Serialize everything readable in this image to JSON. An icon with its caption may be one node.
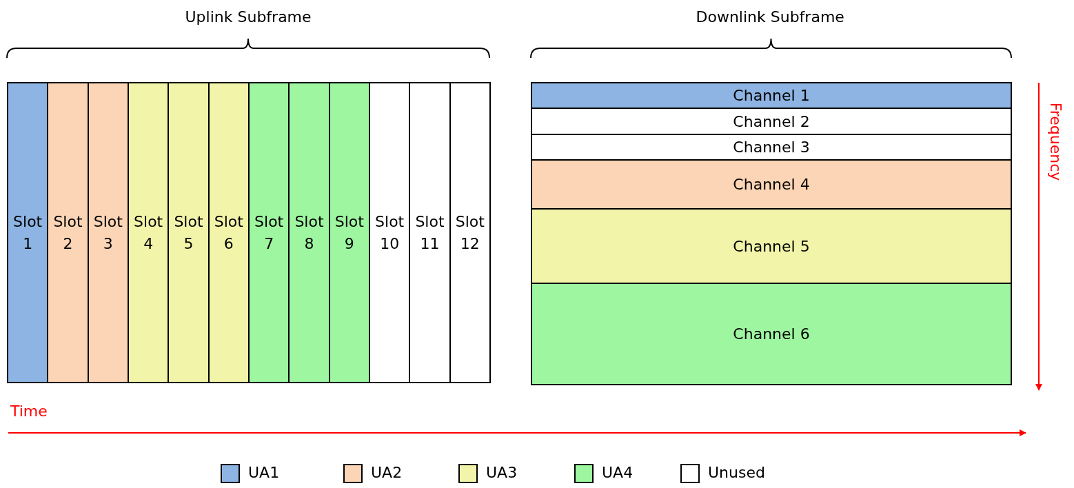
{
  "diagram": {
    "nodes": [
      {
        "text": [
          "Slot 1"
        ]
      },
      {
        "text": [
          "Slot 2"
        ]
      },
      {
        "text": [
          "Slot 3"
        ]
      },
      {
        "text": [
          "Slot 4"
        ]
      },
      {
        "text": [
          "Slot 5"
        ]
      },
      {
        "text": [
          "Slot 6"
        ]
      },
      {
        "text": [
          "Slot 7"
        ]
      },
      {
        "text": [
          "Slot 8"
        ]
      },
      {
        "text": [
          "Slot 9"
        ]
      },
      {
        "text": [
          "Slot 10"
        ]
      },
      {
        "text": [
          "Slot 11"
        ]
      },
      {
        "text": [
          "Slot 12"
        ]
      },
      {
        "text": [
          "Channel 1"
        ]
      },
      {
        "text": [
          "Channel 2"
        ]
      },
      {
        "text": [
          "Channel 3"
        ]
      },
      {
        "text": [
          "Channel 4"
        ]
      },
      {
        "text": [
          "Channel 5"
        ]
      },
      {
        "text": [
          "Channel 6"
        ]
      }
    ],
    "edges": [],
    "labels": [
      "Uplink Subframe",
      "Downlink Subframe",
      "Frequency",
      "Time"
    ],
    "legend": [
      {
        "text": "UA1",
        "color": "#8db4e2"
      },
      {
        "text": "UA2",
        "color": "#fbd5b5"
      },
      {
        "text": "UA3",
        "color": "#f2f5a9"
      },
      {
        "text": "UA4",
        "color": "#9ef7a0"
      },
      {
        "text": "Unused",
        "color": "#ffffff"
      }
    ]
  }
}
